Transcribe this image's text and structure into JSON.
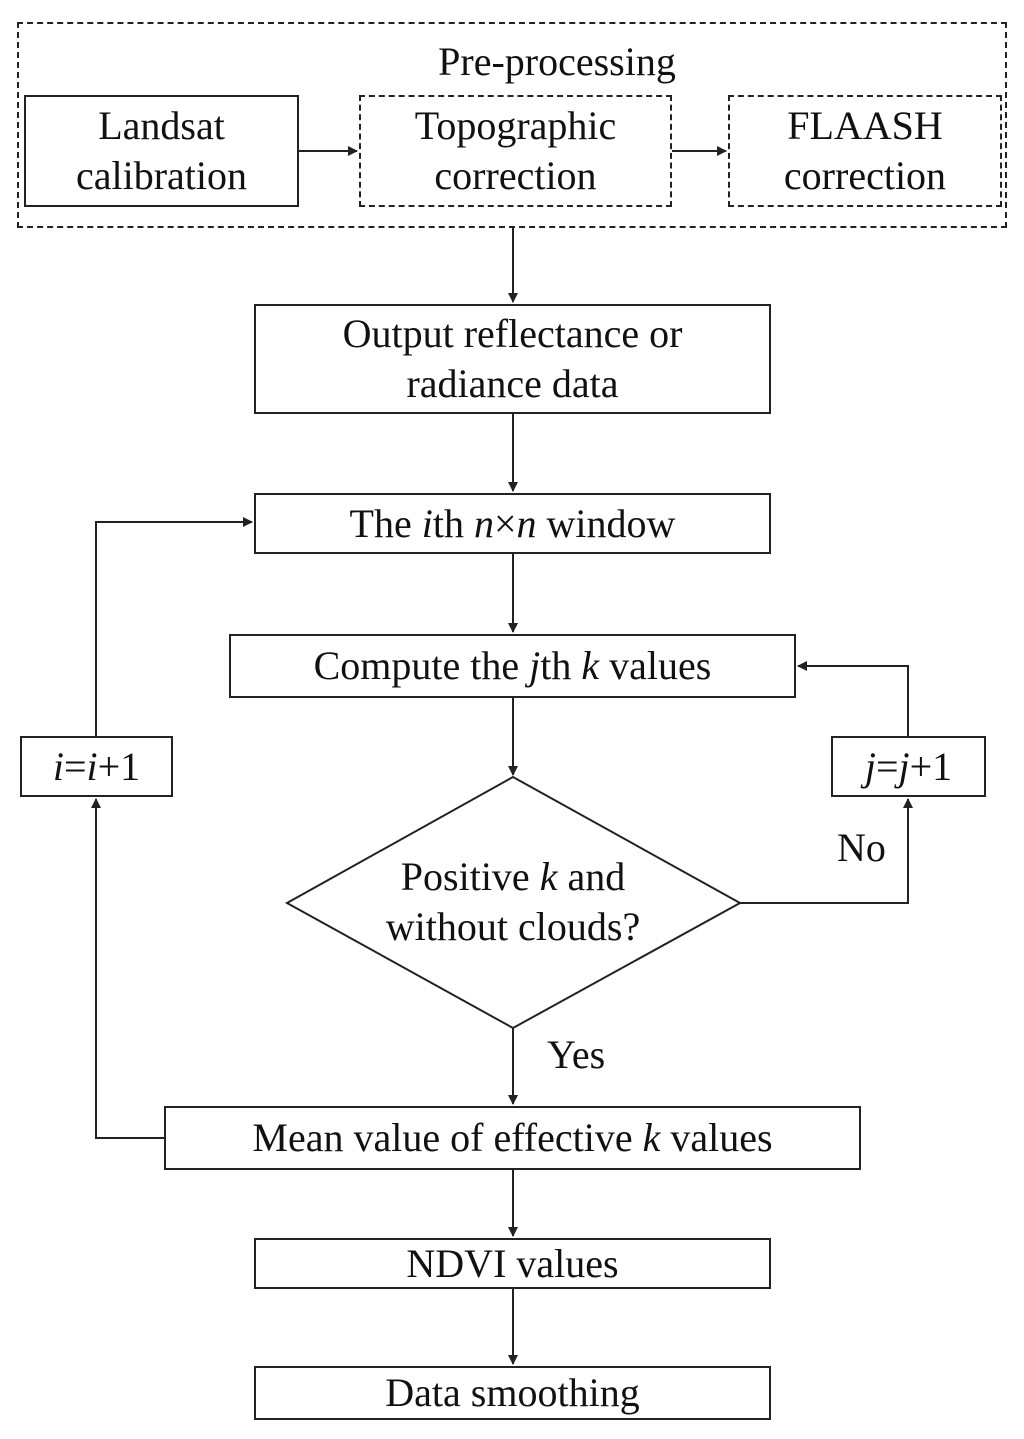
{
  "preprocessing": {
    "title": "Pre-processing",
    "landsat": [
      "Landsat",
      "calibration"
    ],
    "topographic": [
      "Topographic",
      "correction"
    ],
    "flaash": [
      "FLAASH",
      "correction"
    ]
  },
  "output": [
    "Output reflectance or",
    "radiance data"
  ],
  "window": {
    "pre": "The ",
    "i": "i",
    "th": "th ",
    "n1": "n",
    "x": "×",
    "n2": "n",
    "post": " window"
  },
  "compute": {
    "pre": "Compute the ",
    "j": "j",
    "th": "th ",
    "k": "k",
    "post": " values"
  },
  "increment_i": {
    "a": "i",
    "eq": "=",
    "b": "i",
    "plus": "+1"
  },
  "increment_j": {
    "a": "j",
    "eq": "=",
    "b": "j",
    "plus": "+1"
  },
  "decision": {
    "line1_pre": "Positive ",
    "k": "k",
    "line1_post": " and",
    "line2": "without clouds?"
  },
  "no_label": "No",
  "yes_label": "Yes",
  "mean": {
    "pre": "Mean value of effective ",
    "k": "k",
    "post": " values"
  },
  "ndvi": "NDVI values",
  "smoothing": "Data smoothing"
}
